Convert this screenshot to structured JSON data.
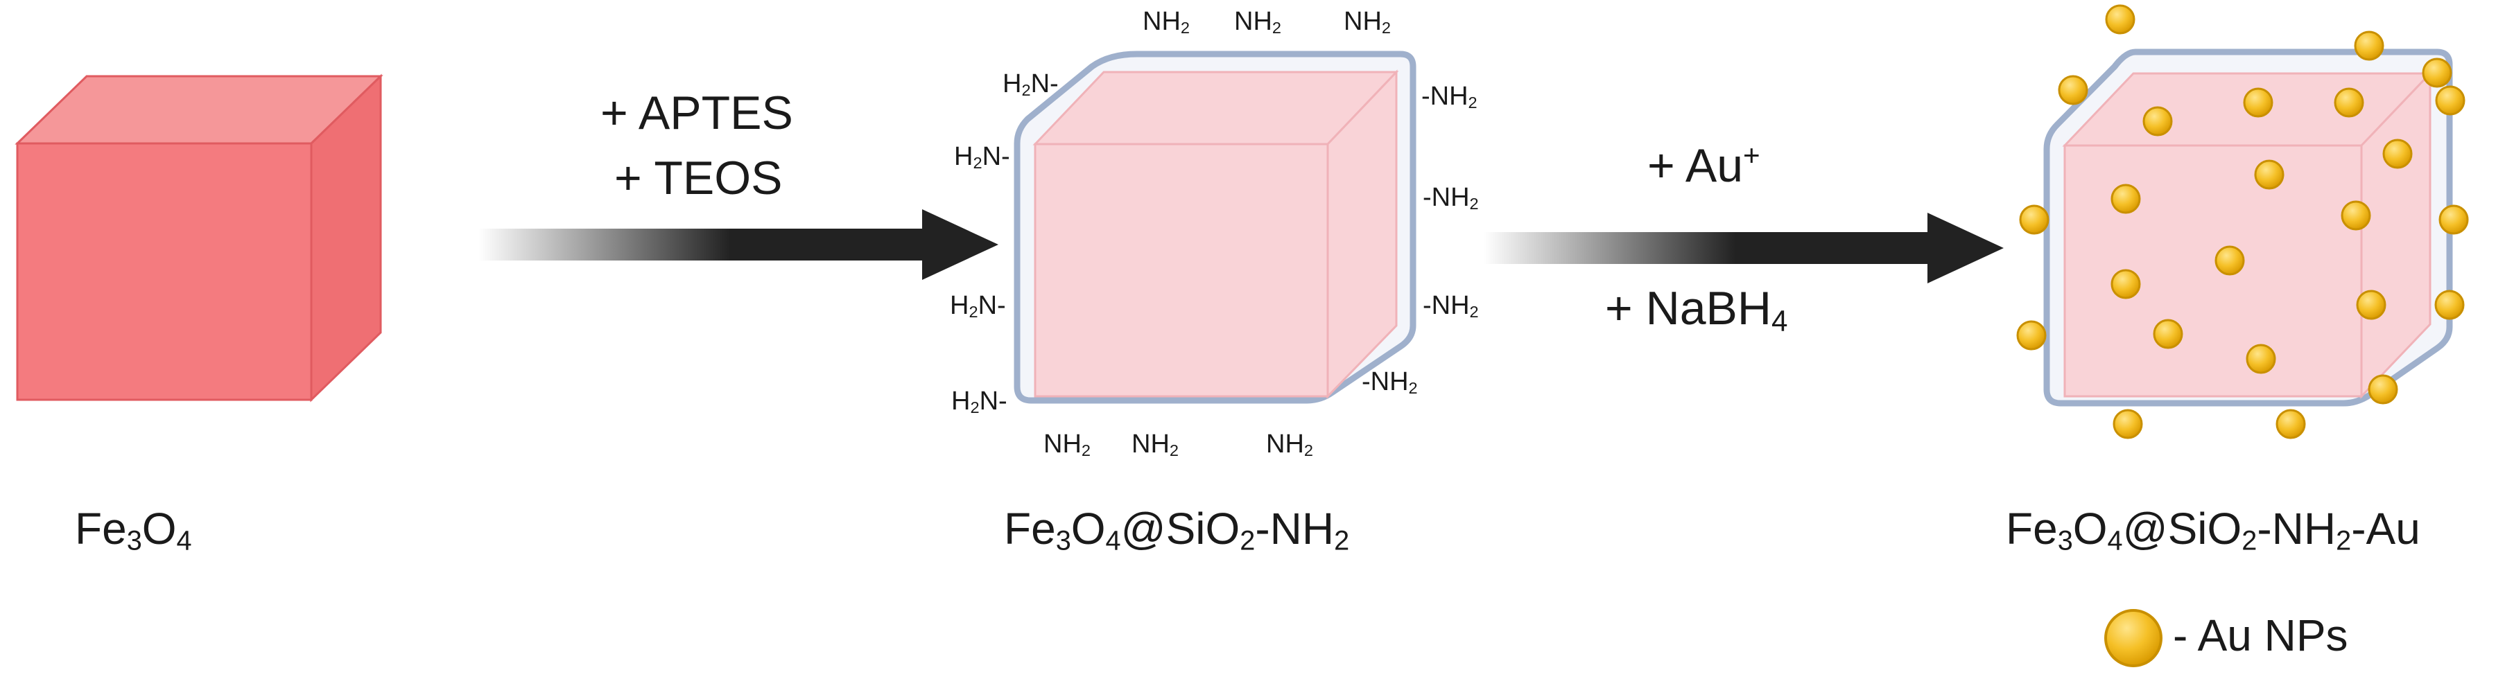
{
  "step1": {
    "reagent_1": "+ APTES",
    "reagent_2": "+ TEOS"
  },
  "step2": {
    "reagent_1_base": "+ Au",
    "reagent_1_sup": "+",
    "reagent_2_base": "+ NaBH",
    "reagent_2_sub": "4"
  },
  "materials": {
    "core": {
      "p1": "Fe",
      "s1": "3",
      "p2": "O",
      "s2": "4"
    },
    "amine": {
      "p1": "Fe",
      "s1": "3",
      "p2": "O",
      "s2": "4",
      "p3": "@SiO",
      "s3": "2",
      "p4": "-NH",
      "s4": "2"
    },
    "gold": {
      "p1": "Fe",
      "s1": "3",
      "p2": "O",
      "s2": "4",
      "p3": "@SiO",
      "s3": "2",
      "p4": "-NH",
      "s4": "2",
      "p5": "-Au"
    }
  },
  "amine_group": {
    "left_prefix": "H",
    "left_sub": "2",
    "left_suffix": "N-",
    "right_prefix": "-NH",
    "right_sub": "2",
    "plain_prefix": "NH",
    "plain_sub": "2"
  },
  "legend": {
    "label": "- Au NPs"
  },
  "colors": {
    "core_front": "#f47b7f",
    "core_top": "#f59799",
    "core_side": "#ef6f73",
    "core_edge": "#e05b60",
    "shell": "#9fb0cc",
    "shell_fill": "#f3f5fa",
    "coated_core": "#f9d3d7",
    "coated_edge": "#f0b2b8",
    "arrow": "#222222",
    "gold_fill": "#f5c027",
    "gold_stroke": "#c99000"
  }
}
